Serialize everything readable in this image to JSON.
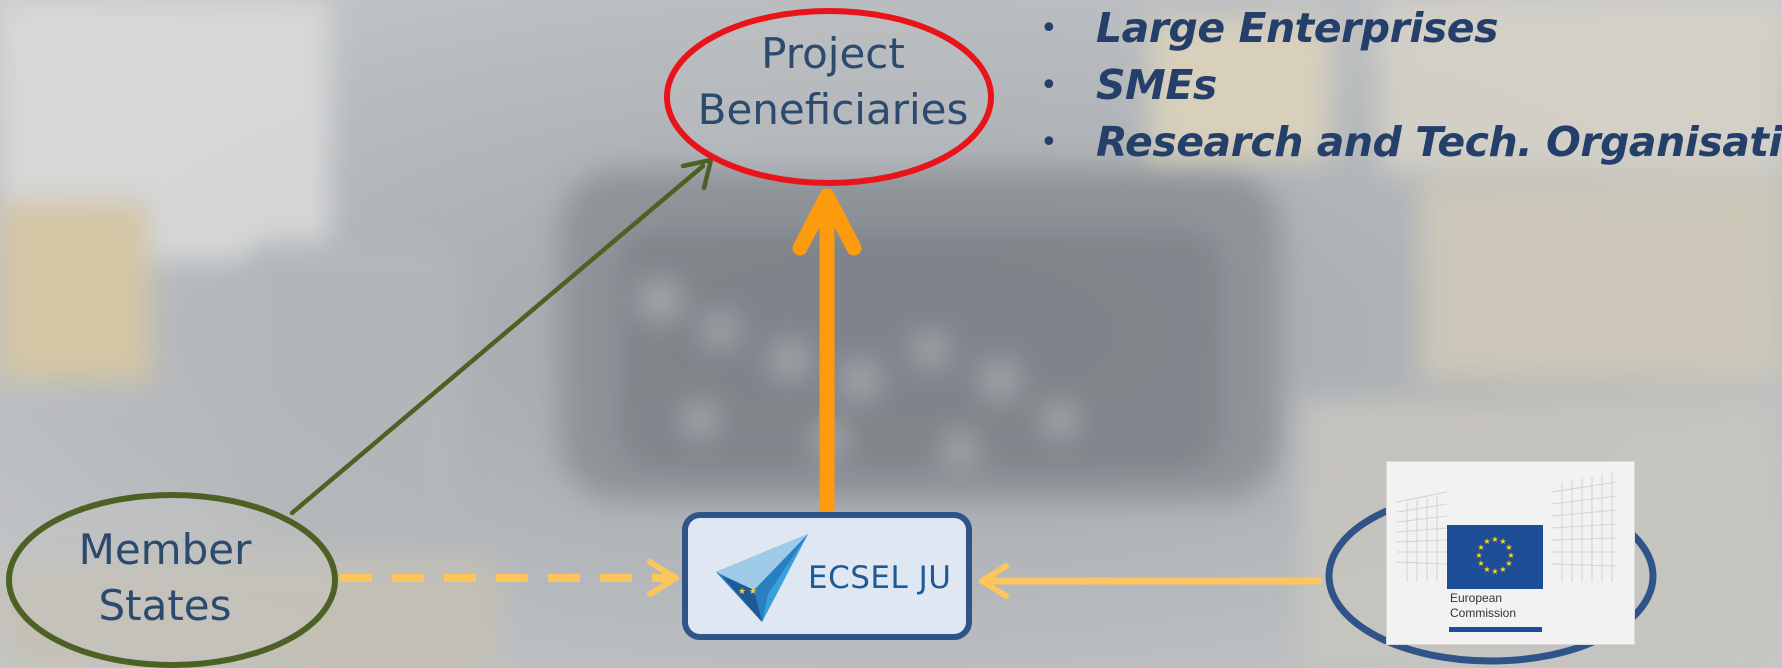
{
  "nodes": {
    "beneficiaries": {
      "line1": "Project",
      "line2": "Beneficiaries"
    },
    "member_states": {
      "line1": "Member",
      "line2": "States"
    },
    "ecsel": {
      "label": "ECSEL JU"
    },
    "european_commission": {
      "line1": "European",
      "line2": "Commission"
    }
  },
  "bullets": [
    {
      "text": "Large Enterprises"
    },
    {
      "text": "SMEs"
    },
    {
      "text": "Research and Tech. Organisations"
    }
  ],
  "bullet_symbol": "•",
  "colors": {
    "beneficiaries_ring": "#e8141a",
    "member_ring": "#4d6124",
    "ec_ring": "#2e5488",
    "ecsel_border": "#2e5488",
    "funding_arrow": "#fc9b0e",
    "dashed_arrow": "#fdc65c",
    "green_arrow": "#4d6124",
    "label_text": "#2c4a6e"
  },
  "icons": {
    "ecsel_logo": "ecsel-check-logo-icon",
    "eu_flag": "eu-flag-icon"
  }
}
